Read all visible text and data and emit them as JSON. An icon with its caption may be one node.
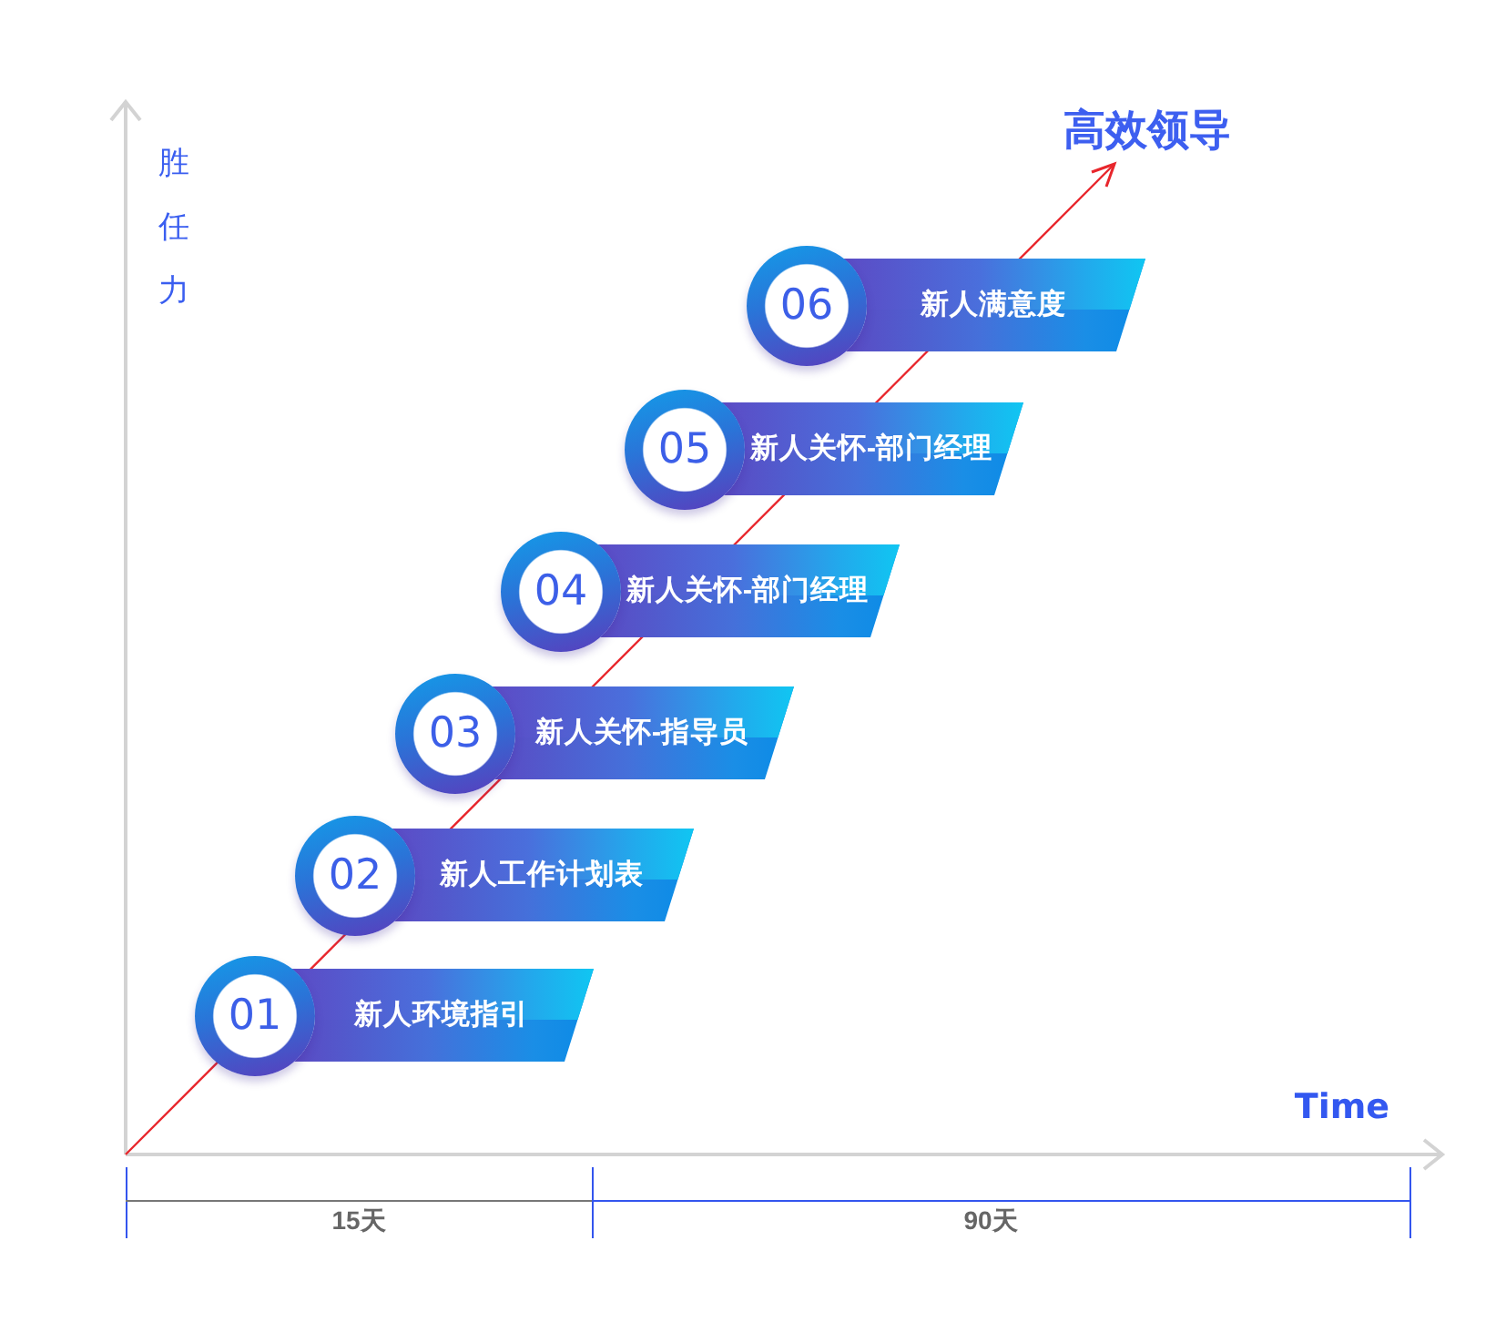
{
  "diagram": {
    "nodes": [
      {
        "text": [
          "01"
        ]
      },
      {
        "text": [
          "新人环境指引"
        ]
      },
      {
        "text": [
          "02"
        ]
      },
      {
        "text": [
          "新人工作计划表"
        ]
      },
      {
        "text": [
          "03"
        ]
      },
      {
        "text": [
          "新人关怀-指导员"
        ]
      },
      {
        "text": [
          "04"
        ]
      },
      {
        "text": [
          "新人关怀-部门经理"
        ]
      },
      {
        "text": [
          "05"
        ]
      },
      {
        "text": [
          "新人关怀-部门经理"
        ]
      },
      {
        "text": [
          "06"
        ]
      },
      {
        "text": [
          "新人满意度"
        ]
      }
    ],
    "labels": [
      "高效领导",
      "胜任力",
      "Time",
      "15天",
      "90天"
    ]
  }
}
